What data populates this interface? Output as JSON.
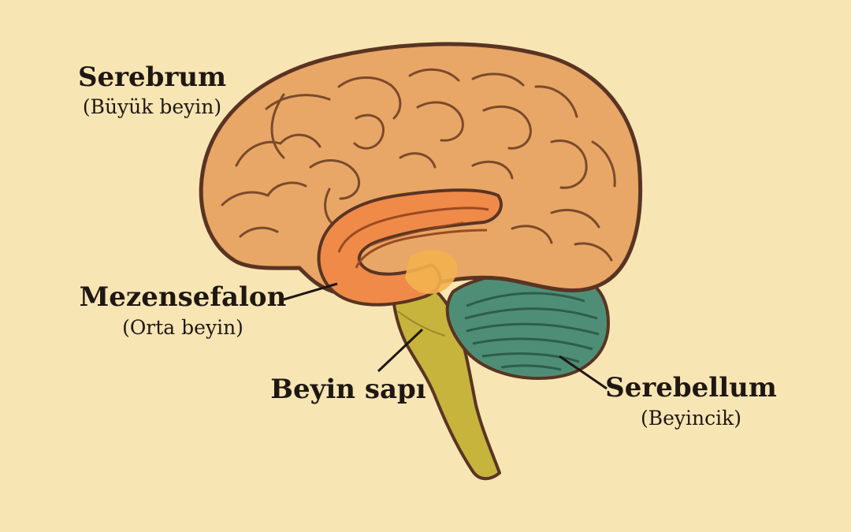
{
  "labels": {
    "cerebrum": {
      "title": "Serebrum",
      "subtitle": "(Büyük beyin)"
    },
    "midbrain": {
      "title": "Mezensefalon",
      "subtitle": "(Orta beyin)"
    },
    "brainstem": {
      "title": "Beyin sapı"
    },
    "cerebellum": {
      "title": "Serebellum",
      "subtitle": "(Beyincik)"
    }
  },
  "colors": {
    "background": "#f7e6b4",
    "cerebrum": "#e8a766",
    "midbrain": "#ef8a48",
    "brainstem": "#c6b43c",
    "cerebellum": "#4f8e76",
    "outline": "#5a3423"
  }
}
